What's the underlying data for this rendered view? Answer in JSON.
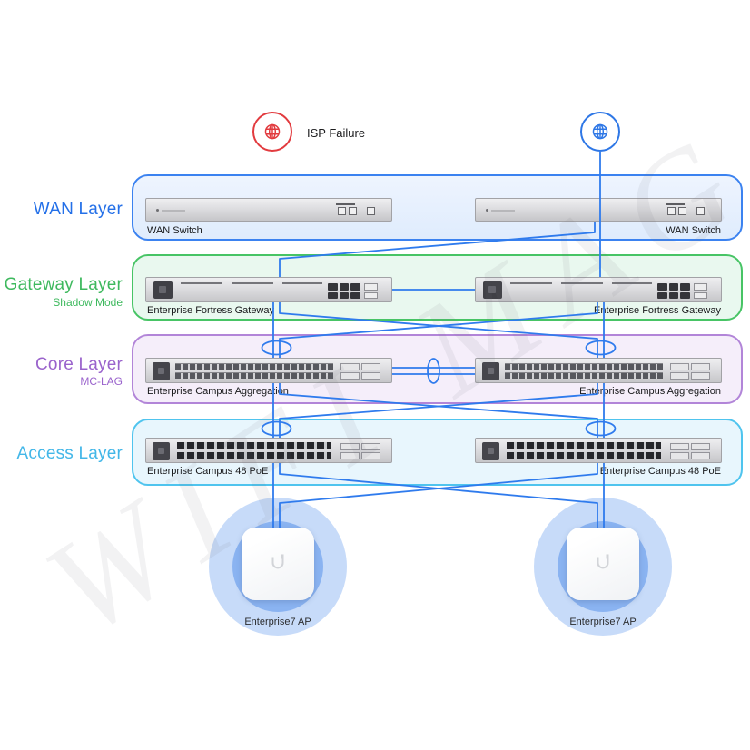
{
  "watermark": {
    "text": "WIFI MAG"
  },
  "header": {
    "isp_failure": {
      "label": "ISP Failure",
      "icon": "globe-icon",
      "color": "#e23b3f"
    },
    "internet": {
      "icon": "globe-icon",
      "color": "#2e77e6"
    }
  },
  "colors": {
    "link_blue": "#2f7bed",
    "wan_accent": "#2470e8",
    "gateway_accent": "#3eb95e",
    "core_accent": "#9a63cc",
    "access_accent": "#43b7e8"
  },
  "layers": [
    {
      "name": "WAN Layer",
      "subtitle": "",
      "border_color": "#3b82f0",
      "fill_color": "#e7f1fd",
      "devices": [
        {
          "name": "WAN Switch"
        },
        {
          "name": "WAN Switch"
        }
      ]
    },
    {
      "name": "Gateway Layer",
      "subtitle": "Shadow Mode",
      "border_color": "#47c465",
      "fill_color": "#e9f8ef",
      "devices": [
        {
          "name": "Enterprise Fortress Gateway"
        },
        {
          "name": "Enterprise Fortress Gateway"
        }
      ]
    },
    {
      "name": "Core Layer",
      "subtitle": "MC-LAG",
      "border_color": "#b285d8",
      "fill_color": "#f5eefa",
      "devices": [
        {
          "name": "Enterprise Campus Aggregation"
        },
        {
          "name": "Enterprise Campus Aggregation"
        }
      ]
    },
    {
      "name": "Access Layer",
      "subtitle": "",
      "border_color": "#4fc4ee",
      "fill_color": "#e8f6fd",
      "devices": [
        {
          "name": "Enterprise Campus 48 PoE"
        },
        {
          "name": "Enterprise Campus 48 PoE"
        }
      ]
    }
  ],
  "access_points": [
    {
      "name": "Enterprise7 AP"
    },
    {
      "name": "Enterprise7 AP"
    }
  ],
  "connections": [
    "Internet globe to right WAN Switch",
    "Right WAN Switch to both Enterprise Fortress Gateways (crossed uplink)",
    "Gateway to gateway horizontal link (Shadow Mode)",
    "Each gateway to both Core switches with MC-LAG ellipses",
    "Core to core double link with LAG ellipse",
    "Each core to both Access switches with LAG ellipses",
    "Each access switch to both Enterprise7 APs (crossed)"
  ]
}
